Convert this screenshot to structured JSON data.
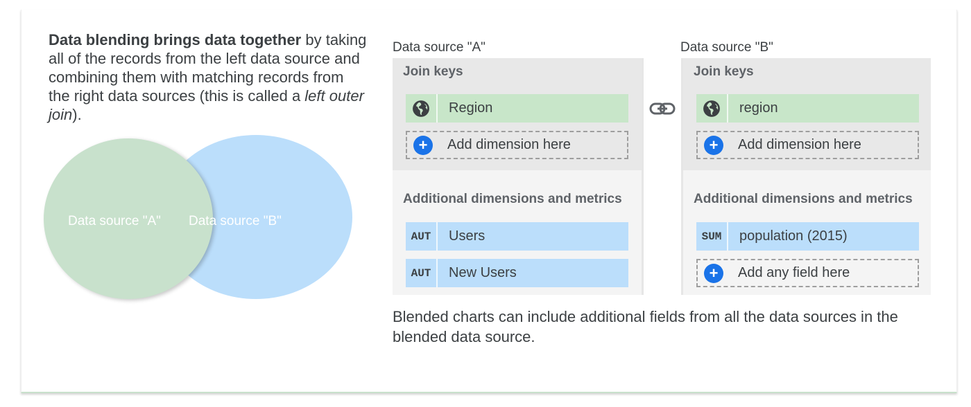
{
  "intro": {
    "bold": "Data blending brings data together",
    "text1": " by taking all of the records from the left data source and combining them with matching records from the right data sources (this is called a ",
    "italic": "left outer join",
    "text2": ")."
  },
  "venn": {
    "label_a": "Data source \"A\"",
    "label_b": "Data source \"B\""
  },
  "source_a": {
    "title": "Data source \"A\"",
    "join_heading": "Join keys",
    "join_key": "Region",
    "add_dimension": "Add dimension here",
    "additional_heading": "Additional dimensions and metrics",
    "fields": [
      {
        "agg": "AUT",
        "label": "Users"
      },
      {
        "agg": "AUT",
        "label": "New Users"
      }
    ]
  },
  "source_b": {
    "title": "Data source \"B\"",
    "join_heading": "Join keys",
    "join_key": "region",
    "add_dimension": "Add dimension here",
    "additional_heading": "Additional dimensions and metrics",
    "fields": [
      {
        "agg": "SUM",
        "label": "population (2015)"
      }
    ],
    "add_field": "Add any field here"
  },
  "footnote": "Blended charts can include additional fields from all the data sources in the blended data source.",
  "colors": {
    "join_green": "#c8e6c9",
    "field_blue": "#bbdefb",
    "venn_a": "#c8e1cc",
    "venn_b": "#bbdefb",
    "accent_blue": "#1a73e8"
  }
}
